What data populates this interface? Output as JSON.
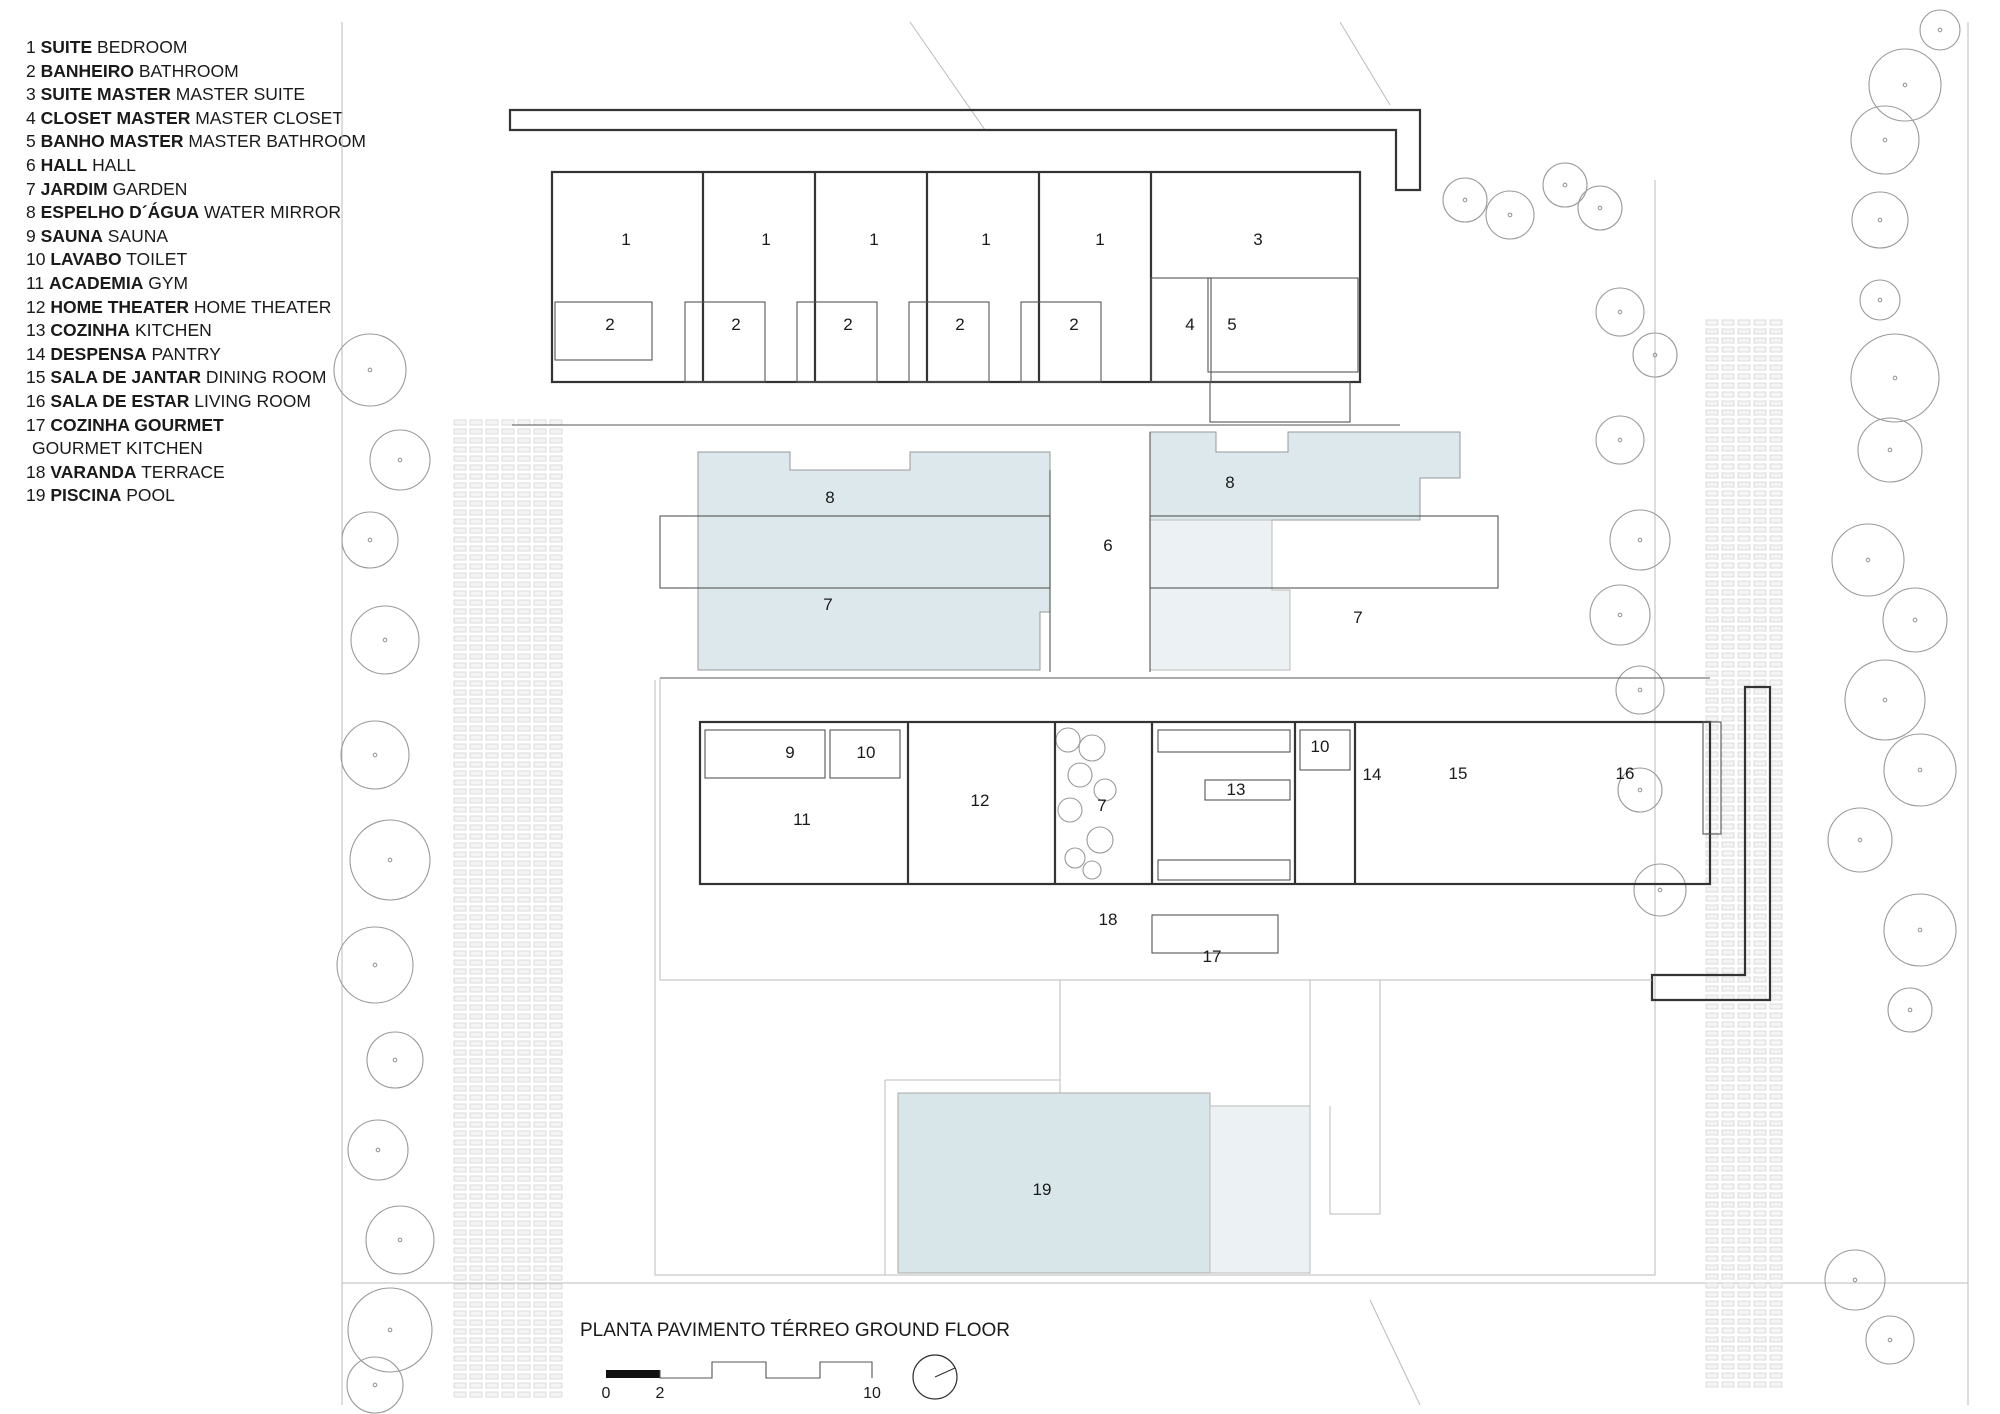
{
  "legend": [
    {
      "n": "1",
      "pt": "SUITE",
      "en": "BEDROOM"
    },
    {
      "n": "2",
      "pt": "BANHEIRO",
      "en": "BATHROOM"
    },
    {
      "n": "3",
      "pt": "SUITE MASTER",
      "en": "MASTER SUITE"
    },
    {
      "n": "4",
      "pt": "CLOSET MASTER",
      "en": "MASTER CLOSET"
    },
    {
      "n": "5",
      "pt": "BANHO MASTER",
      "en": "MASTER BATHROOM"
    },
    {
      "n": "6",
      "pt": "HALL",
      "en": "HALL"
    },
    {
      "n": "7",
      "pt": "JARDIM",
      "en": "GARDEN"
    },
    {
      "n": "8",
      "pt": "ESPELHO D´ÁGUA",
      "en": "WATER MIRROR"
    },
    {
      "n": "9",
      "pt": "SAUNA",
      "en": "SAUNA"
    },
    {
      "n": "10",
      "pt": "LAVABO",
      "en": "TOILET"
    },
    {
      "n": "11",
      "pt": "ACADEMIA",
      "en": "GYM"
    },
    {
      "n": "12",
      "pt": "HOME THEATER",
      "en": "HOME THEATER"
    },
    {
      "n": "13",
      "pt": "COZINHA",
      "en": "KITCHEN"
    },
    {
      "n": "14",
      "pt": "DESPENSA",
      "en": "PANTRY"
    },
    {
      "n": "15",
      "pt": "SALA DE JANTAR",
      "en": "DINING ROOM"
    },
    {
      "n": "16",
      "pt": "SALA DE ESTAR",
      "en": "LIVING ROOM"
    },
    {
      "n": "17",
      "pt": "COZINHA GOURMET",
      "en": ""
    },
    {
      "n": "",
      "pt": "",
      "en": "GOURMET KITCHEN"
    },
    {
      "n": "18",
      "pt": "VARANDA",
      "en": "TERRACE"
    },
    {
      "n": "19",
      "pt": "PISCINA",
      "en": "POOL"
    }
  ],
  "plan": {
    "title": "PLANTA PAVIMENTO TÉRREO GROUND FLOOR",
    "scale": {
      "start": "0",
      "mid": "2",
      "end": "10"
    },
    "room_labels": [
      "1",
      "1",
      "1",
      "1",
      "1",
      "3",
      "2",
      "2",
      "2",
      "2",
      "2",
      "4",
      "5",
      "8",
      "8",
      "6",
      "7",
      "7",
      "9",
      "10",
      "10",
      "11",
      "12",
      "7",
      "13",
      "14",
      "15",
      "16",
      "18",
      "17",
      "19"
    ]
  }
}
